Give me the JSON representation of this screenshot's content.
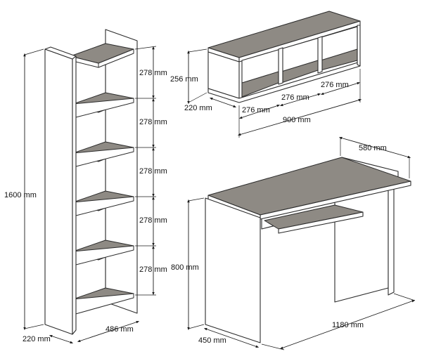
{
  "labels": {
    "bookcase_height": "1600 mm",
    "bookcase_depth": "220 mm",
    "bookcase_width": "486 mm",
    "shelf_gaps": [
      "278 mm",
      "278 mm",
      "278 mm",
      "278 mm",
      "278 mm"
    ],
    "wall_shelf_height": "256 mm",
    "wall_shelf_depth": "220 mm",
    "wall_shelf_compartments": [
      "276 mm",
      "276 mm",
      "276 mm"
    ],
    "wall_shelf_width": "900 mm",
    "desk_depth_top": "580 mm",
    "desk_height": "800 mm",
    "desk_depth": "450 mm",
    "desk_width": "1180 mm"
  },
  "colors": {
    "line": "#2b2b2b",
    "shelf_fill": "#8e8a84",
    "board": "#ffffff"
  }
}
